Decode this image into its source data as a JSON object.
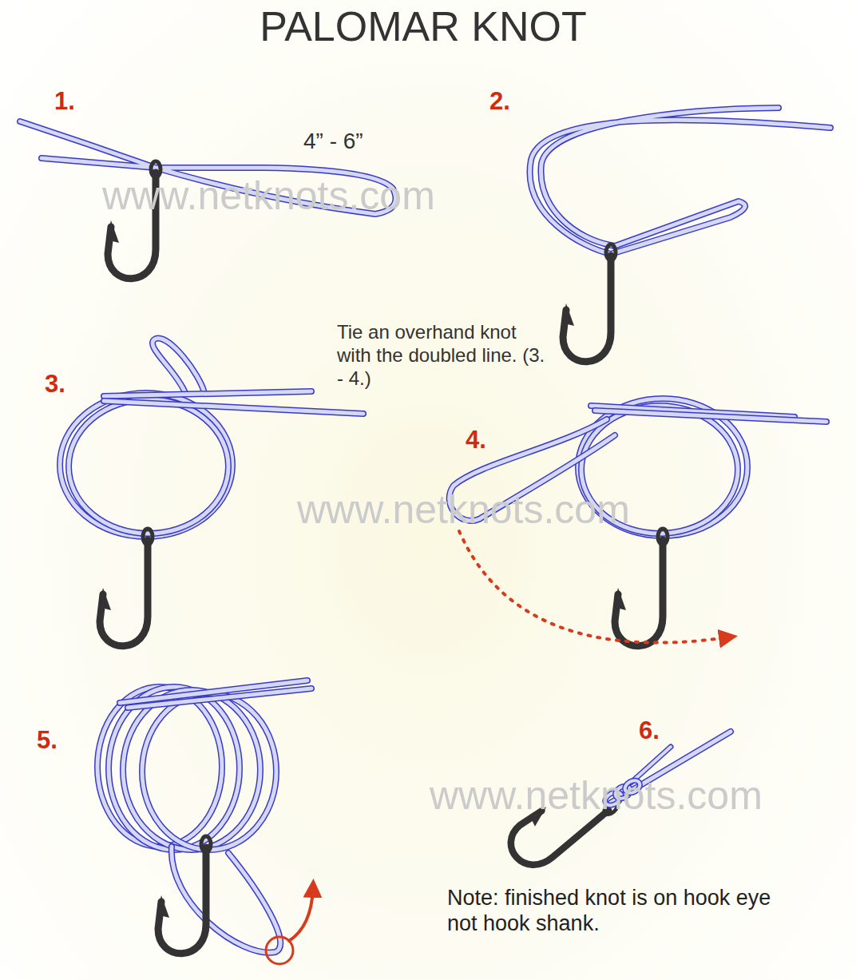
{
  "diagram": {
    "title": "PALOMAR KNOT",
    "labels": [
      "1.",
      "4” - 6”",
      "www.netknots.com",
      "2.",
      "Tie an overhand knot with the doubled line. (3. - 4.)",
      "3.",
      "4.",
      "www.netknots.com",
      "5.",
      "6.",
      "www.netknots.com",
      "Note: finished knot is on hook eye not hook shank."
    ]
  }
}
